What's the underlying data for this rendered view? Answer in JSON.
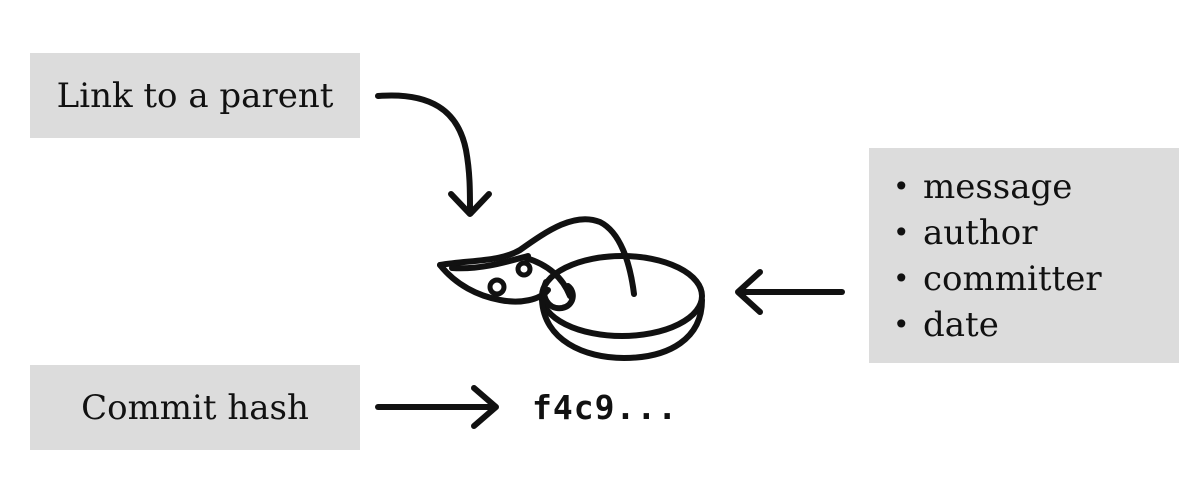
{
  "labels": {
    "parent": "Link to a parent",
    "hash": "Commit hash",
    "hash_value": "f4c9..."
  },
  "metadata_items": [
    "message",
    "author",
    "committer",
    "date"
  ],
  "icons": {
    "commit": "snail-commit-icon",
    "arrow_parent": "curved-arrow-down-icon",
    "arrow_hash": "arrow-right-icon",
    "arrow_meta": "arrow-left-icon"
  },
  "colors": {
    "box_fill": "#dcdcdc",
    "ink": "#111111"
  }
}
